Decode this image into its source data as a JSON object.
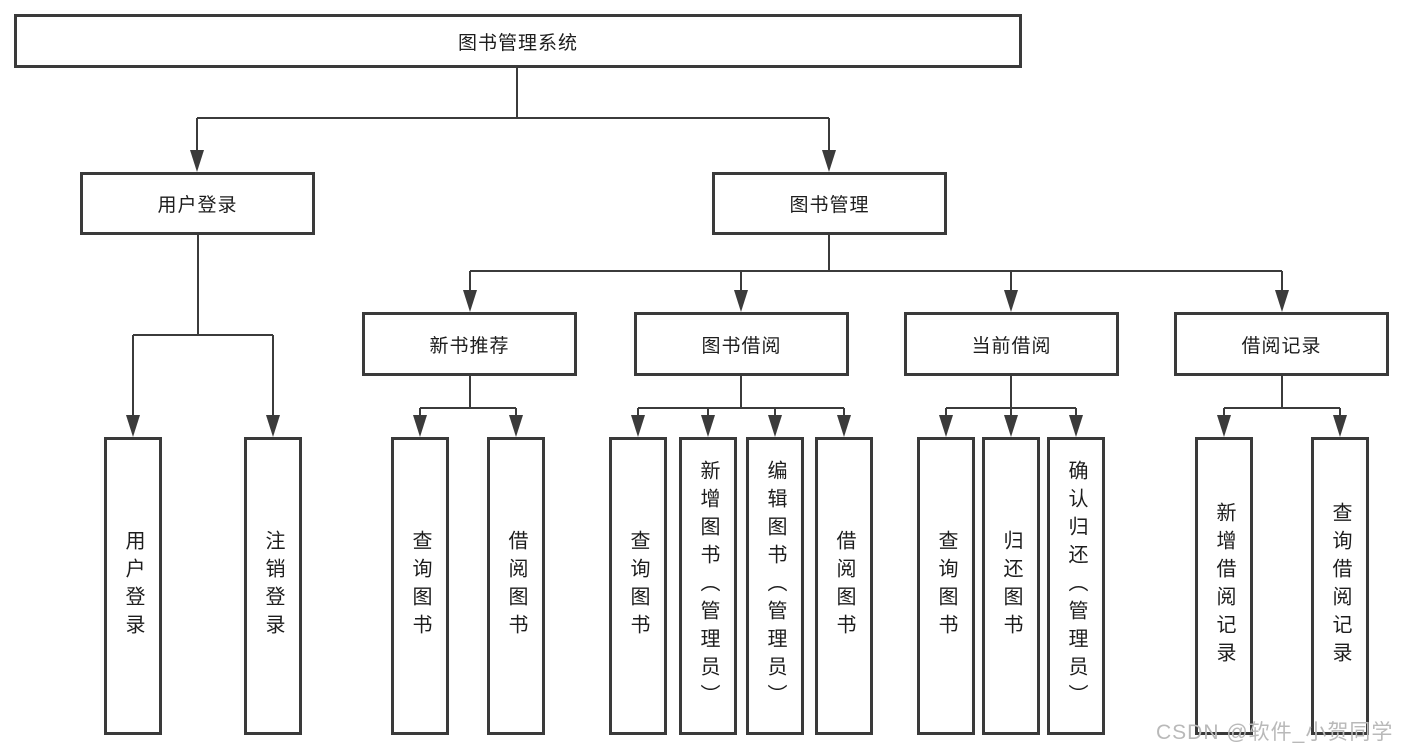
{
  "diagram_title": "图书管理系统",
  "tree": {
    "root": "图书管理系统",
    "branches": [
      {
        "label": "用户登录",
        "children": [
          "用户登录",
          "注销登录"
        ]
      },
      {
        "label": "图书管理",
        "sections": [
          {
            "label": "新书推荐",
            "children": [
              "查询图书",
              "借阅图书"
            ]
          },
          {
            "label": "图书借阅",
            "children": [
              "查询图书",
              "新增图书（管理员）",
              "编辑图书（管理员）",
              "借阅图书"
            ]
          },
          {
            "label": "当前借阅",
            "children": [
              "查询图书",
              "归还图书",
              "确认归还（管理员）"
            ]
          },
          {
            "label": "借阅记录",
            "children": [
              "新增借阅记录",
              "查询借阅记录"
            ]
          }
        ]
      }
    ]
  },
  "watermark": "CSDN @软件_小贺同学",
  "colors": {
    "line": "#3b3b3b",
    "box_border": "#3a3a3a",
    "text": "#1d1d1d",
    "watermark": "#b9b9b9",
    "background": "#ffffff"
  }
}
